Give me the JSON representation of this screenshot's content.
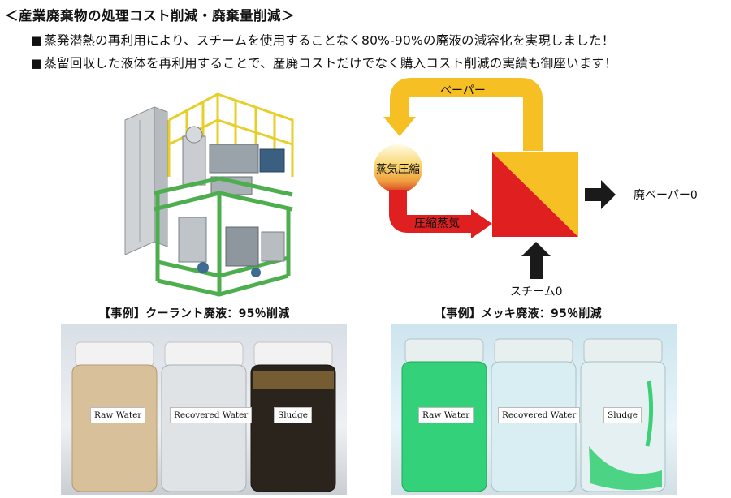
{
  "title": "＜産業廃棄物の処理コスト削減・廃棄量削減＞",
  "bullets": [
    {
      "marker": "■",
      "text": "蒸発潜熱の再利用により、スチームを使用することなく80%-90%の廃液の減容化を実現しました！"
    },
    {
      "marker": "■",
      "text": "蒸留回収した液体を再利用することで、産廃コストだけでなく購入コスト削減の実績も御座います！"
    }
  ],
  "diagram": {
    "vapor_label": "ベーパー",
    "compressor_label": "蒸気圧縮",
    "compressed_steam_label": "圧縮蒸気",
    "waste_vapor_label": "廃ベーパー0",
    "steam_label": "スチーム0",
    "colors": {
      "vapor": "#f6c025",
      "steam": "#e02020",
      "arrow": "#1a1a1a"
    }
  },
  "cases": [
    {
      "caption": "【事例】クーラント廃液：95％削減",
      "jars": [
        "Raw  Water",
        "Recovered  Water",
        "Sludge"
      ]
    },
    {
      "caption": "【事例】メッキ廃液：95％削減",
      "jars": [
        "Raw  Water",
        "Recovered  Water",
        "Sludge"
      ]
    }
  ]
}
